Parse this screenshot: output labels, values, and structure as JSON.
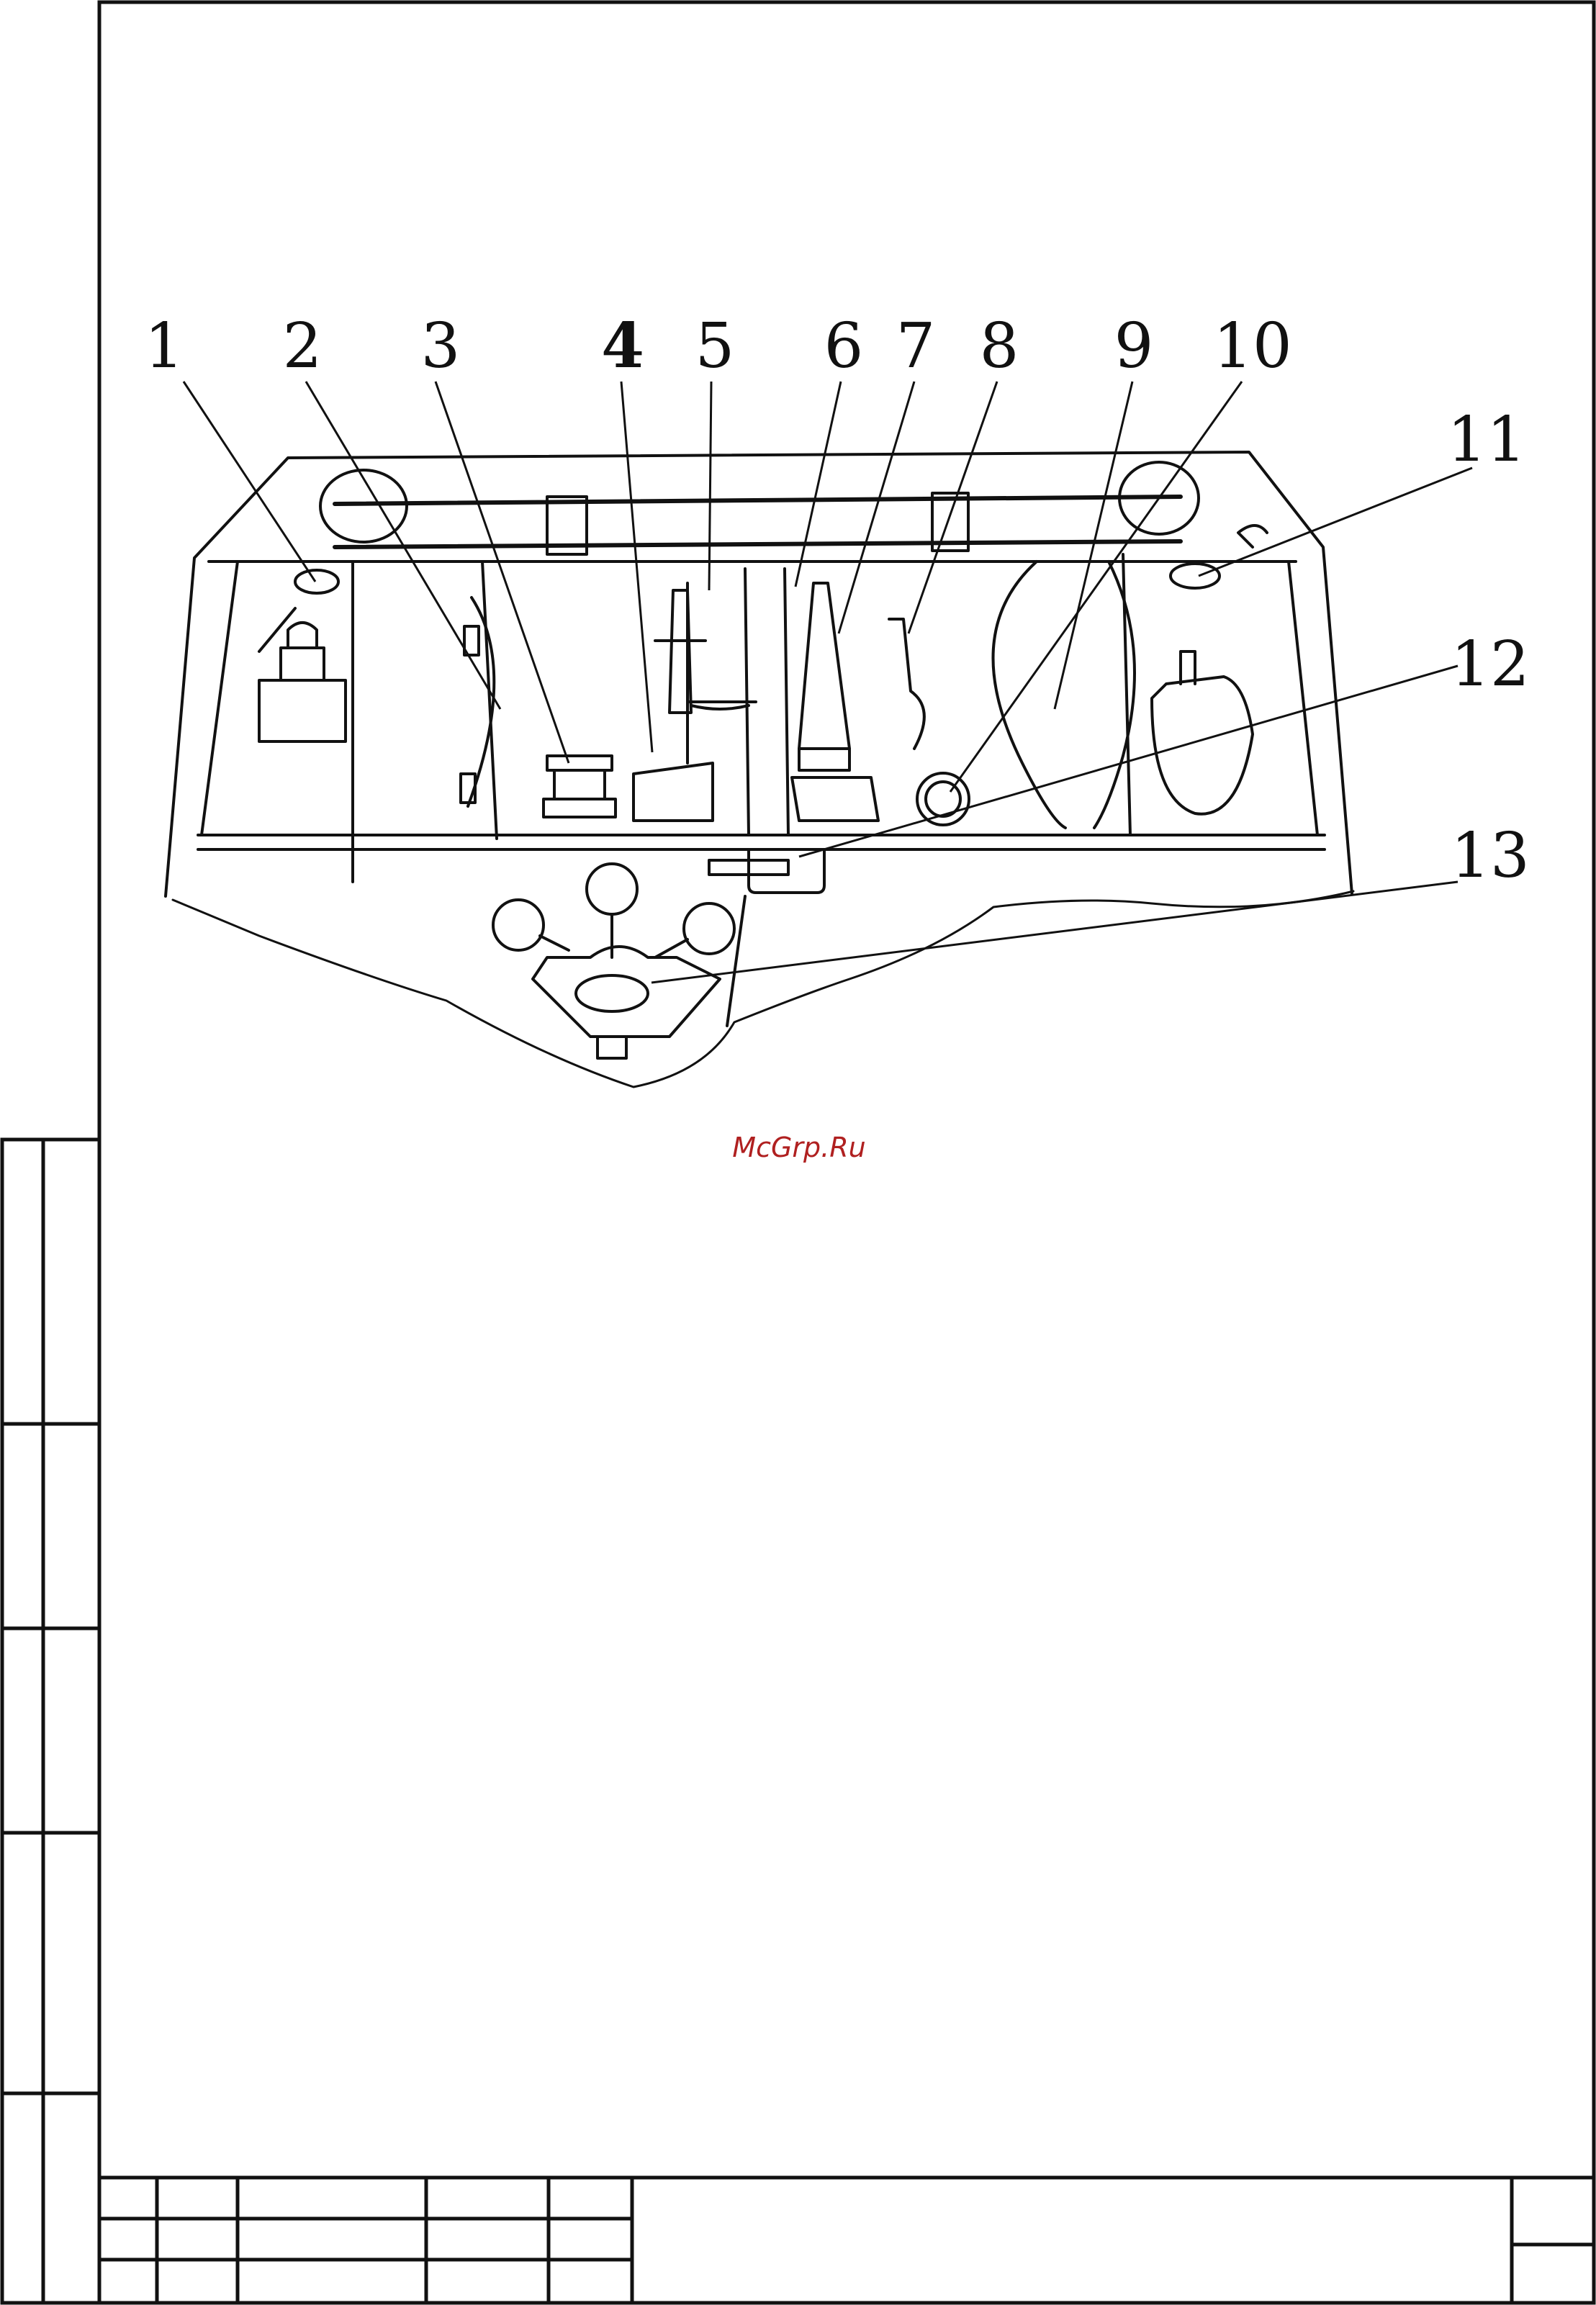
{
  "diagram": {
    "callouts": [
      {
        "id": "1",
        "label": "1"
      },
      {
        "id": "2",
        "label": "2"
      },
      {
        "id": "3",
        "label": "3"
      },
      {
        "id": "4",
        "label": "4"
      },
      {
        "id": "5",
        "label": "5"
      },
      {
        "id": "6",
        "label": "6"
      },
      {
        "id": "7",
        "label": "7"
      },
      {
        "id": "8",
        "label": "8"
      },
      {
        "id": "9",
        "label": "9"
      },
      {
        "id": "10",
        "label": "10"
      },
      {
        "id": "11",
        "label": "11"
      },
      {
        "id": "12",
        "label": "12"
      },
      {
        "id": "13",
        "label": "13"
      }
    ]
  },
  "watermark": "McGrp.Ru",
  "colors": {
    "line": "#111111",
    "watermark": "#b02020"
  }
}
